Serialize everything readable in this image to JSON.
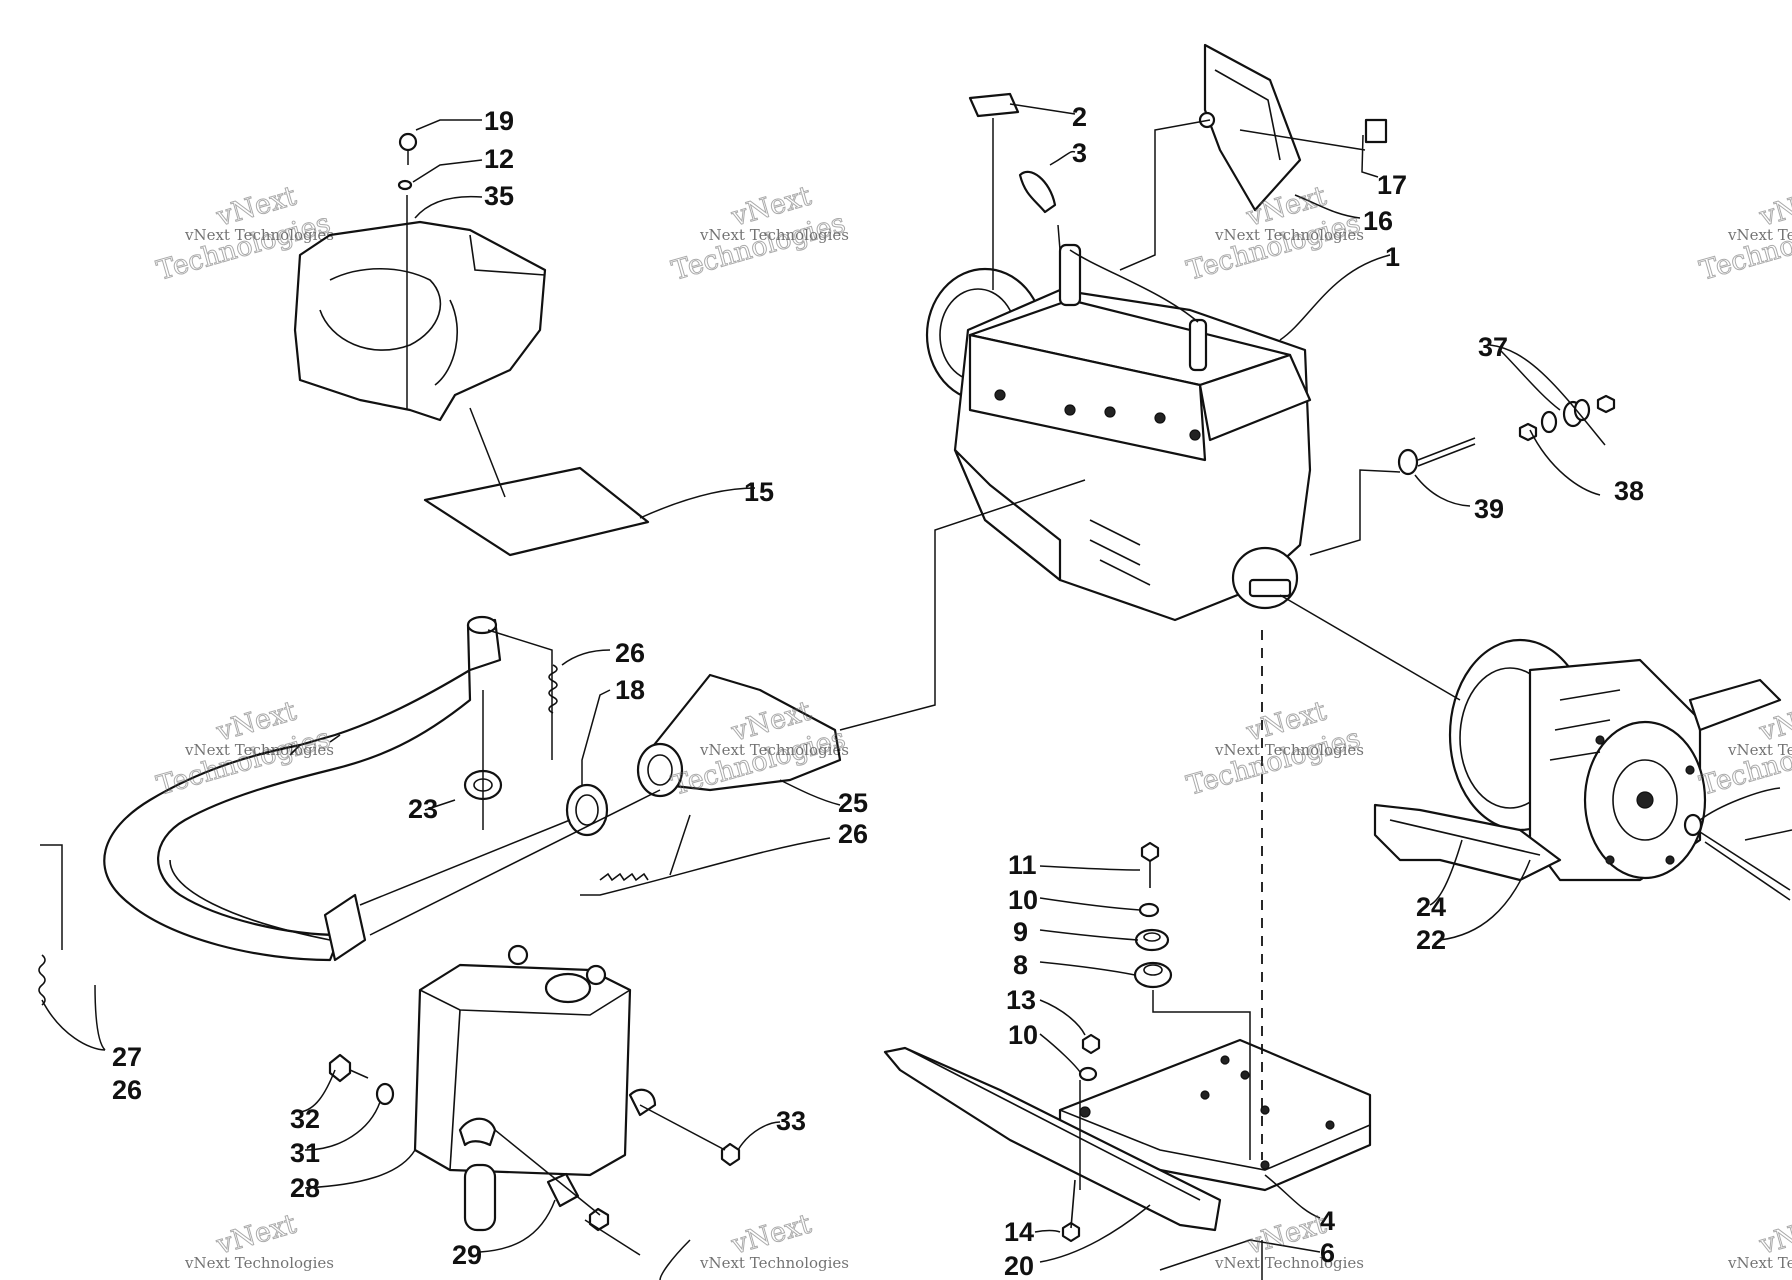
{
  "callouts": [
    {
      "id": "c1",
      "text": "1"
    },
    {
      "id": "c2",
      "text": "2"
    },
    {
      "id": "c3",
      "text": "3"
    },
    {
      "id": "c4",
      "text": "4"
    },
    {
      "id": "c6",
      "text": "6"
    },
    {
      "id": "c8",
      "text": "8"
    },
    {
      "id": "c9",
      "text": "9"
    },
    {
      "id": "c10a",
      "text": "10"
    },
    {
      "id": "c10b",
      "text": "10"
    },
    {
      "id": "c11",
      "text": "11"
    },
    {
      "id": "c12",
      "text": "12"
    },
    {
      "id": "c13",
      "text": "13"
    },
    {
      "id": "c14",
      "text": "14"
    },
    {
      "id": "c15",
      "text": "15"
    },
    {
      "id": "c16",
      "text": "16"
    },
    {
      "id": "c17",
      "text": "17"
    },
    {
      "id": "c18",
      "text": "18"
    },
    {
      "id": "c19",
      "text": "19"
    },
    {
      "id": "c20",
      "text": "20"
    },
    {
      "id": "c22",
      "text": "22"
    },
    {
      "id": "c23",
      "text": "23"
    },
    {
      "id": "c24",
      "text": "24"
    },
    {
      "id": "c25",
      "text": "25"
    },
    {
      "id": "c26a",
      "text": "26"
    },
    {
      "id": "c26b",
      "text": "26"
    },
    {
      "id": "c26c",
      "text": "26"
    },
    {
      "id": "c27",
      "text": "27"
    },
    {
      "id": "c28",
      "text": "28"
    },
    {
      "id": "c29",
      "text": "29"
    },
    {
      "id": "c31",
      "text": "31"
    },
    {
      "id": "c32",
      "text": "32"
    },
    {
      "id": "c33",
      "text": "33"
    },
    {
      "id": "c35",
      "text": "35"
    },
    {
      "id": "c37",
      "text": "37"
    },
    {
      "id": "c38",
      "text": "38"
    },
    {
      "id": "c39",
      "text": "39"
    }
  ],
  "watermark": {
    "line1": "vNext",
    "line2": "vNext Technologies",
    "line3": "Technologies"
  }
}
